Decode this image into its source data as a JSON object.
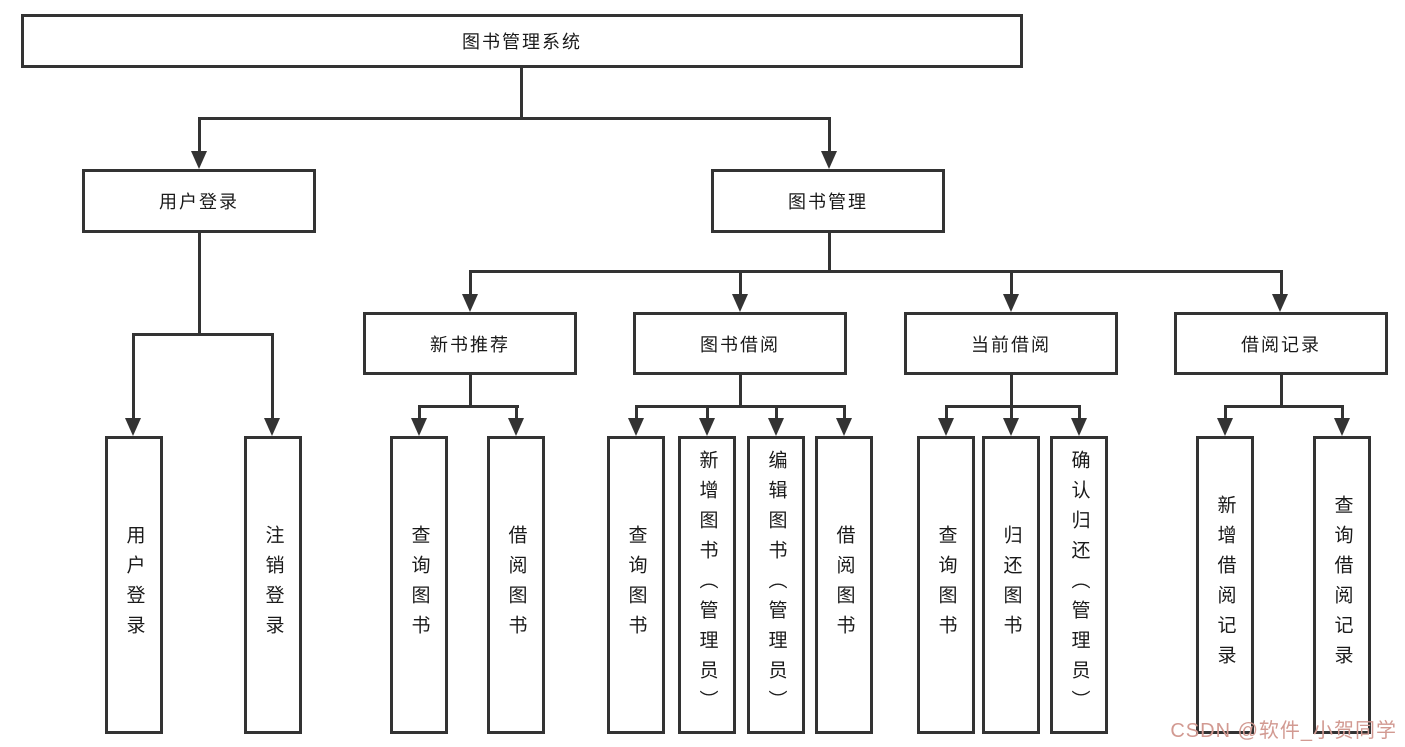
{
  "diagram": {
    "root": "图书管理系统",
    "level2": [
      "用户登录",
      "图书管理"
    ],
    "level3": [
      "新书推荐",
      "图书借阅",
      "当前借阅",
      "借阅记录"
    ],
    "leaves": {
      "user_login": [
        "用户登录",
        "注销登录"
      ],
      "new_book": [
        "查询图书",
        "借阅图书"
      ],
      "book_borrow": [
        "查询图书",
        "新增图书（管理员）",
        "编辑图书（管理员）",
        "借阅图书"
      ],
      "current_borrow": [
        "查询图书",
        "归还图书",
        "确认归还（管理员）"
      ],
      "borrow_records": [
        "新增借阅记录",
        "查询借阅记录"
      ]
    }
  },
  "watermark": {
    "text": "CSDN @软件_小贺同学"
  },
  "colors": {
    "line": "#333333",
    "box_border": "#333333",
    "text": "#1a1a1a",
    "watermark": "#d29a92",
    "background": "#ffffff"
  }
}
